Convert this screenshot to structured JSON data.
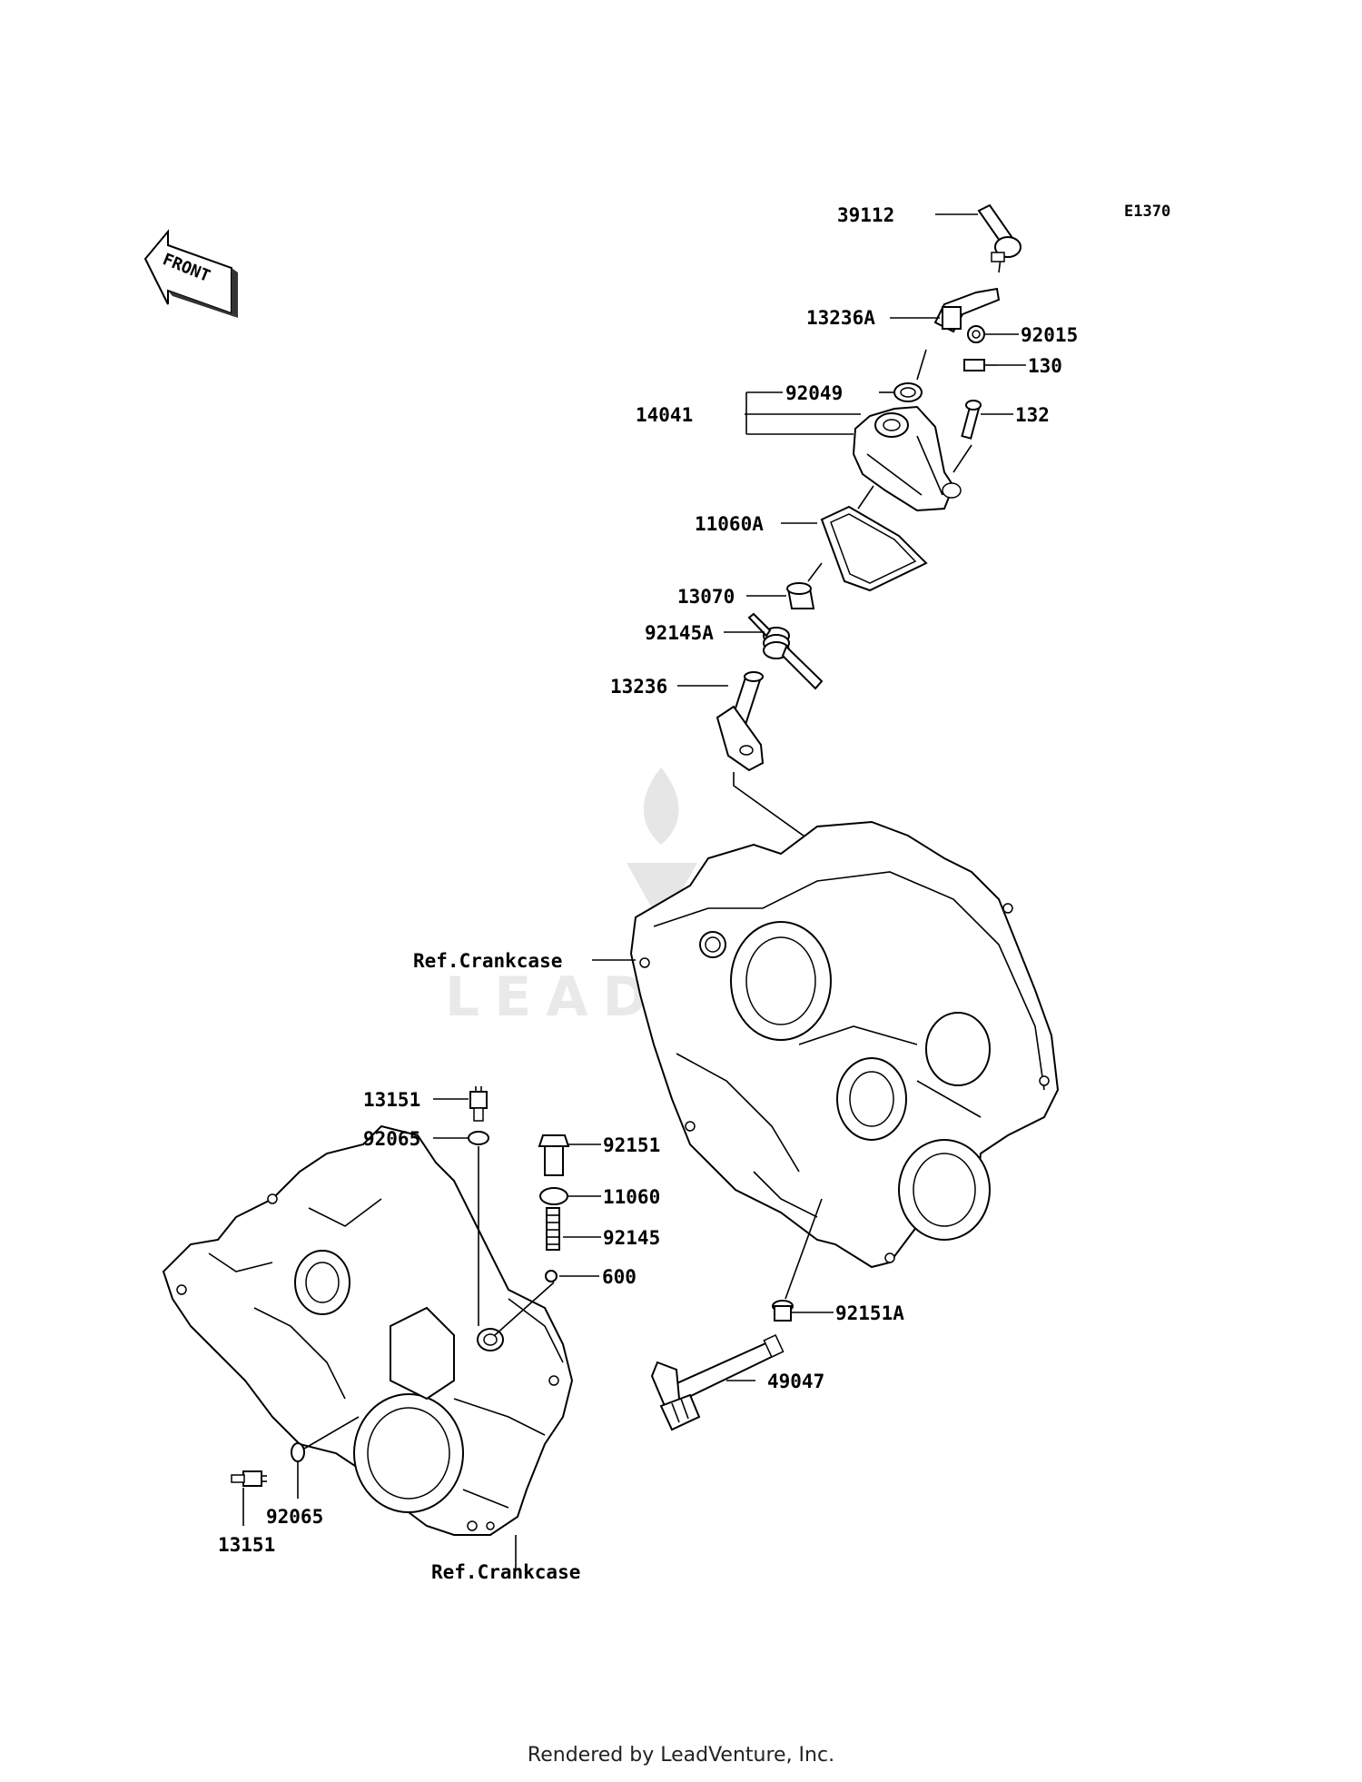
{
  "diagram_code": "E1370",
  "front_label": "FRONT",
  "watermark": "LEADVENTURE",
  "footer": "Rendered by LeadVenture, Inc.",
  "parts": {
    "p39112": "39112",
    "p13236A": "13236A",
    "p92015": "92015",
    "p130": "130",
    "p92049": "92049",
    "p14041": "14041",
    "p132": "132",
    "p11060A": "11060A",
    "p13070": "13070",
    "p92145A": "92145A",
    "p13236": "13236",
    "ref_crankcase_upper": "Ref.Crankcase",
    "p13151_top": "13151",
    "p92065_top": "92065",
    "p92151": "92151",
    "p11060": "11060",
    "p92145": "92145",
    "p600": "600",
    "p92151A": "92151A",
    "p49047": "49047",
    "p92065_bottom": "92065",
    "p13151_bottom": "13151",
    "ref_crankcase_lower": "Ref.Crankcase"
  }
}
